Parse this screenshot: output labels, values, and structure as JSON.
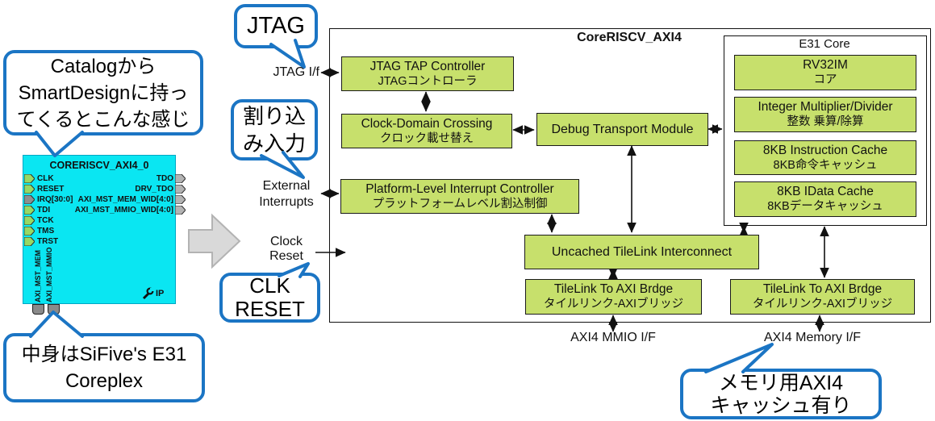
{
  "colors": {
    "bubble_border": "#1b75c4",
    "block_fill": "#c7e06c",
    "instance_fill": "#0ae6f2",
    "input_port_green": "#97d964",
    "irq_port_gray": "#8f8f8f",
    "output_port_gray": "#b3b3b3",
    "big_arrow_gray": "#d9d9d9"
  },
  "callouts": {
    "catalog": {
      "line1": "Catalogから",
      "line2": "SmartDesignに持っ",
      "line3": "てくるとこんな感じ"
    },
    "jtag": "JTAG",
    "interrupt": {
      "line1": "割り込",
      "line2": "み入力"
    },
    "clk_reset": {
      "line1": "CLK",
      "line2": "RESET"
    },
    "inside": {
      "line1": "中身はSiFive's E31",
      "line2": "Coreplex"
    },
    "memory": {
      "line1": "メモリ用AXI4",
      "line2": "キャッシュ有り"
    }
  },
  "smartdesign_instance": {
    "title": "CORERISCV_AXI4_0",
    "left_ports": [
      "CLK",
      "RESET",
      "IRQ[30:0]",
      "TDI",
      "TCK",
      "TMS",
      "TRST"
    ],
    "right_ports": [
      "TDO",
      "DRV_TDO",
      "AXI_MST_MEM_WID[4:0]",
      "AXI_MST_MMIO_WID[4:0]"
    ],
    "bottom_ports": [
      "AXI_MST_MEM",
      "AXI_MST_MMIO"
    ],
    "ip_badge": "IP"
  },
  "diagram": {
    "title": "CoreRISCV_AXI4",
    "blocks": {
      "jtag_tap": {
        "en": "JTAG TAP Controller",
        "jp": "JTAGコントローラ"
      },
      "cdc": {
        "en": "Clock-Domain Crossing",
        "jp": "クロック載せ替え"
      },
      "dtm": {
        "en": "Debug Transport Module"
      },
      "plic": {
        "en": "Platform-Level Interrupt Controller",
        "jp": "プラットフォームレベル割込制御"
      },
      "uti": {
        "en": "Uncached TileLink Interconnect"
      },
      "tl_mmio": {
        "en": "TileLink To AXI Brdge",
        "jp": "タイルリンク-AXIブリッジ"
      },
      "tl_mem": {
        "en": "TileLink To AXI Brdge",
        "jp": "タイルリンク-AXIブリッジ"
      }
    },
    "e31": {
      "title": "E31 Core",
      "blocks": [
        {
          "en": "RV32IM",
          "jp": "コア"
        },
        {
          "en": "Integer Multiplier/Divider",
          "jp": "整数 乗算/除算"
        },
        {
          "en": "8KB Instruction Cache",
          "jp": "8KB命令キャッシュ"
        },
        {
          "en": "8KB IData Cache",
          "jp": "8KBデータキャッシュ"
        }
      ]
    },
    "interfaces": {
      "jtag": "JTAG I/f",
      "ext1": "External",
      "ext2": "Interrupts",
      "clk1": "Clock",
      "clk2": "Reset",
      "mmio": "AXI4 MMIO I/F",
      "mem": "AXI4 Memory I/F"
    }
  }
}
